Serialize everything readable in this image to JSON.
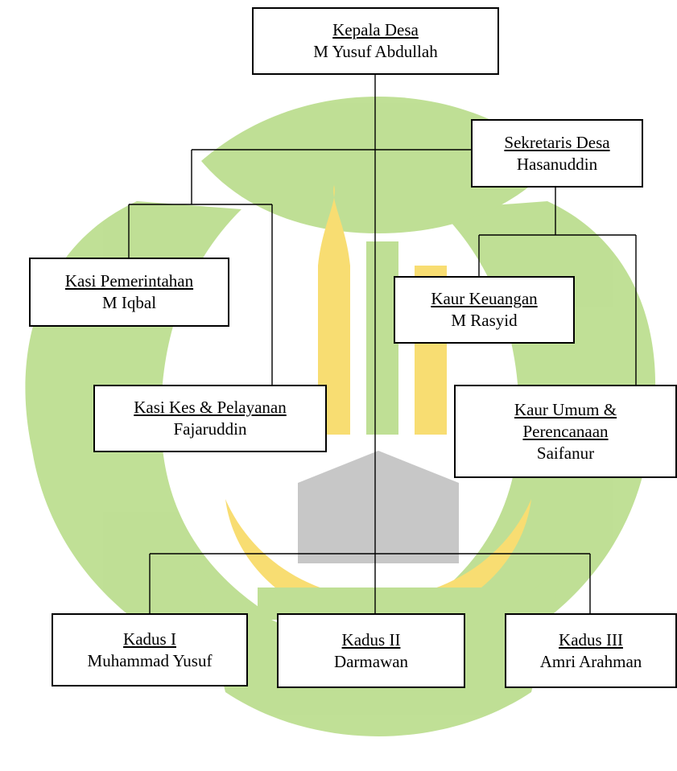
{
  "colors": {
    "watermark_green": "#8cc63f",
    "watermark_yellow": "#f3c300",
    "box_border": "#000000",
    "connector": "#000000"
  },
  "nodes": {
    "kepala_desa": {
      "role": "Kepala Desa",
      "name": "M Yusuf Abdullah"
    },
    "sekretaris_desa": {
      "role": "Sekretaris Desa",
      "name": "Hasanuddin"
    },
    "kasi_pemerintahan": {
      "role": "Kasi Pemerintahan",
      "name": "M Iqbal"
    },
    "kaur_keuangan": {
      "role": "Kaur Keuangan",
      "name": "M Rasyid"
    },
    "kasi_kes_pelayanan": {
      "role": "Kasi Kes & Pelayanan",
      "name": "Fajaruddin"
    },
    "kaur_umum": {
      "role_line1": "Kaur Umum &",
      "role_line2": "Perencanaan",
      "name": "Saifanur"
    },
    "kadus_1": {
      "role": "Kadus I",
      "name": "Muhammad Yusuf"
    },
    "kadus_2": {
      "role": "Kadus II",
      "name": "Darmawan"
    },
    "kadus_3": {
      "role": "Kadus III",
      "name": "Amri Arahman"
    }
  }
}
